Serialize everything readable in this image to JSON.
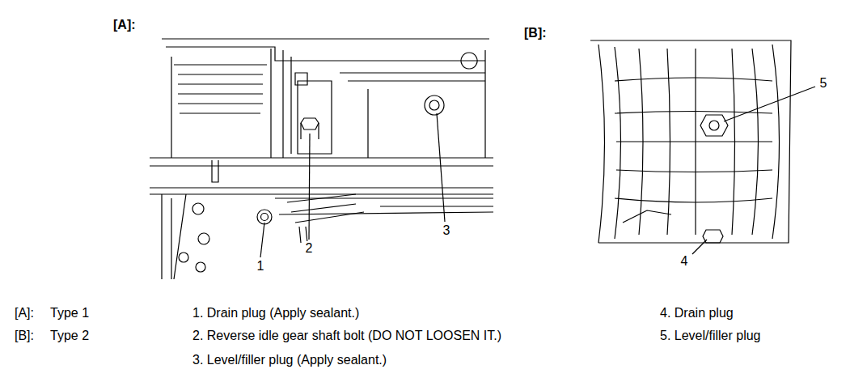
{
  "diagram": {
    "labels": [
      "[A]:",
      "[B]:",
      "1",
      "2",
      "3",
      "4",
      "5",
      "[A]:",
      "Type 1",
      "[B]:",
      "Type 2",
      "1. Drain plug (Apply sealant.)",
      "2. Reverse idle gear shaft bolt (DO NOT LOOSEN IT.)",
      "3. Level/filler plug (Apply sealant.)",
      "4. Drain plug",
      "5. Level/filler plug"
    ]
  }
}
